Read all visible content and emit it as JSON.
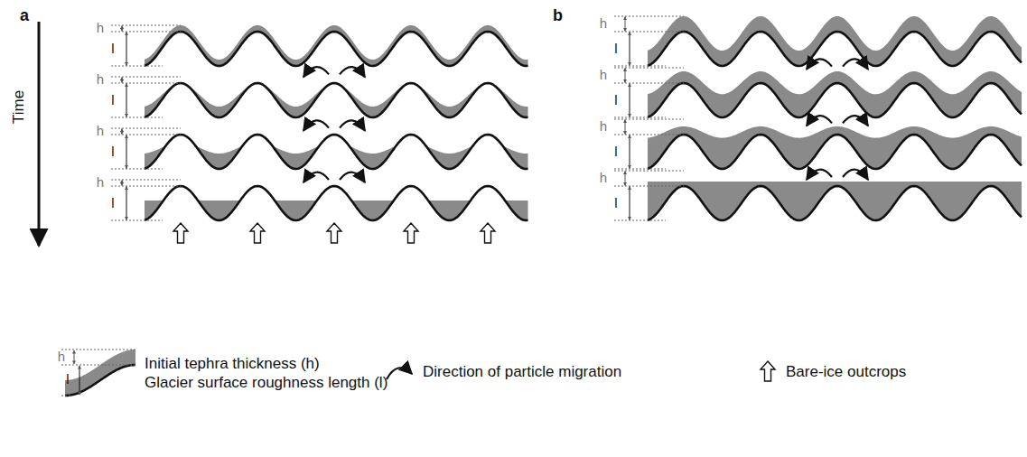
{
  "diagram": {
    "labels": [
      "a",
      "b",
      "Time",
      "h",
      "l",
      "h",
      "l",
      "h",
      "l",
      "h",
      "l",
      "h",
      "l",
      "h",
      "l",
      "h",
      "l",
      "h",
      "l",
      "h",
      "l"
    ],
    "legend": [
      {
        "text": "Initial tephra thickness (h)"
      },
      {
        "text": "Glacier surface roughness length (l)"
      },
      {
        "text": "Direction of particle migration"
      },
      {
        "text": "Bare-ice outcrops"
      }
    ]
  }
}
